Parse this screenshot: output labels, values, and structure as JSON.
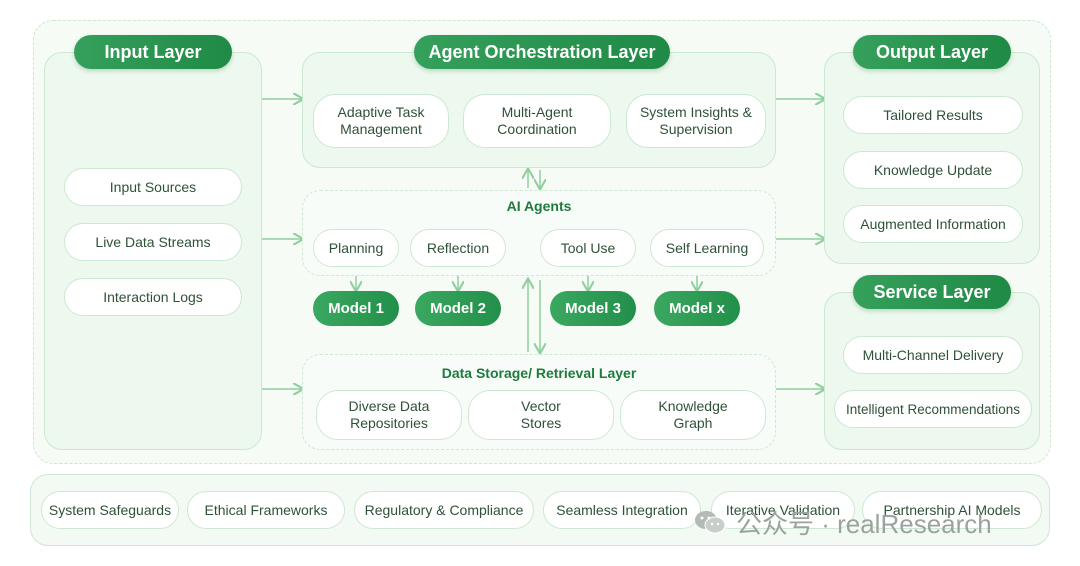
{
  "input_layer": {
    "title": "Input Layer",
    "items": [
      "Input Sources",
      "Live Data Streams",
      "Interaction Logs"
    ]
  },
  "orchestration_layer": {
    "title": "Agent Orchestration Layer",
    "items": [
      "Adaptive Task Management",
      "Multi-Agent Coordination",
      "System Insights & Supervision"
    ]
  },
  "ai_agents": {
    "title": "AI Agents",
    "items": [
      "Planning",
      "Reflection",
      "Tool Use",
      "Self Learning"
    ],
    "models": [
      "Model 1",
      "Model 2",
      "Model 3",
      "Model x"
    ]
  },
  "data_storage": {
    "title": "Data Storage/ Retrieval Layer",
    "items": [
      "Diverse Data Repositories",
      "Vector Stores",
      "Knowledge Graph"
    ]
  },
  "output_layer": {
    "title": "Output Layer",
    "items": [
      "Tailored Results",
      "Knowledge Update",
      "Augmented Information"
    ]
  },
  "service_layer": {
    "title": "Service Layer",
    "items": [
      "Multi-Channel Delivery",
      "Intelligent Recommendations"
    ]
  },
  "foundation": {
    "items": [
      "System Safeguards",
      "Ethical Frameworks",
      "Regulatory & Compliance",
      "Seamless Integration",
      "Iterative Validation",
      "Partnership AI Models"
    ]
  },
  "watermark": {
    "text": "公众号 · realResearch",
    "icon": "wechat-icon"
  },
  "colors": {
    "accent": "#2a9650",
    "panel": "#edf8ee",
    "border": "#cde8d2",
    "arrow": "#8fcf9e"
  }
}
